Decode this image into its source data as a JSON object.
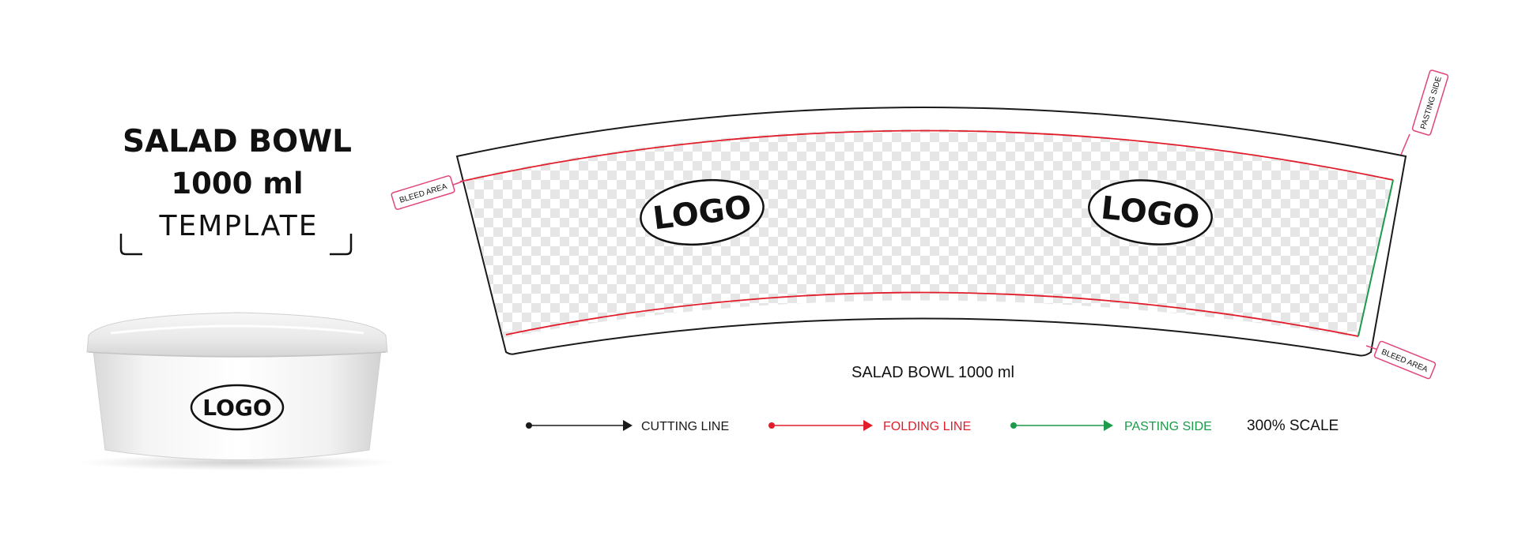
{
  "header": {
    "title_line1": "SALAD BOWL",
    "title_line2": "1000 ml",
    "subtitle": "TEMPLATE"
  },
  "mockup": {
    "logo_text": "LOGO"
  },
  "dieline": {
    "logo_left": "LOGO",
    "logo_right": "LOGO",
    "bleed_label_left": "BLEED AREA",
    "bleed_label_right": "BLEED AREA",
    "pasting_label": "PASTING SIDE",
    "caption": "SALAD BOWL 1000 ml"
  },
  "legend": {
    "cutting": {
      "label": "CUTTING LINE",
      "color": "#1a1a1a"
    },
    "folding": {
      "label": "FOLDING LINE",
      "color": "#e21d2b"
    },
    "pasting": {
      "label": "PASTING SIDE",
      "color": "#1d9a4a"
    },
    "scale": "300% SCALE"
  }
}
